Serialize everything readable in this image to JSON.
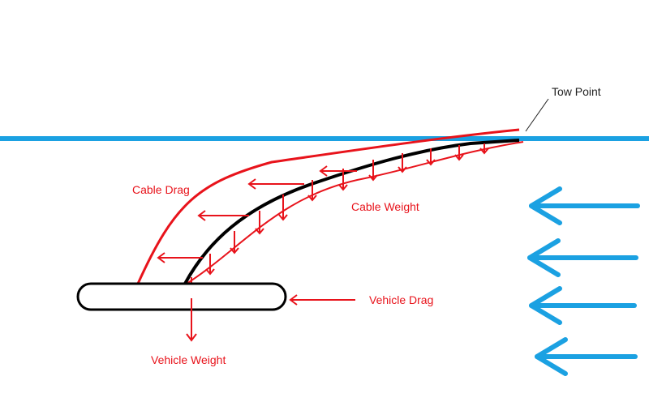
{
  "colors": {
    "water": "#1ba1e2",
    "force": "#e8131b",
    "cable": "#000000",
    "label_dark": "#222222"
  },
  "labels": {
    "tow_point": "Tow Point",
    "cable_drag": "Cable Drag",
    "cable_weight": "Cable Weight",
    "vehicle_drag": "Vehicle Drag",
    "vehicle_weight": "Vehicle Weight"
  }
}
